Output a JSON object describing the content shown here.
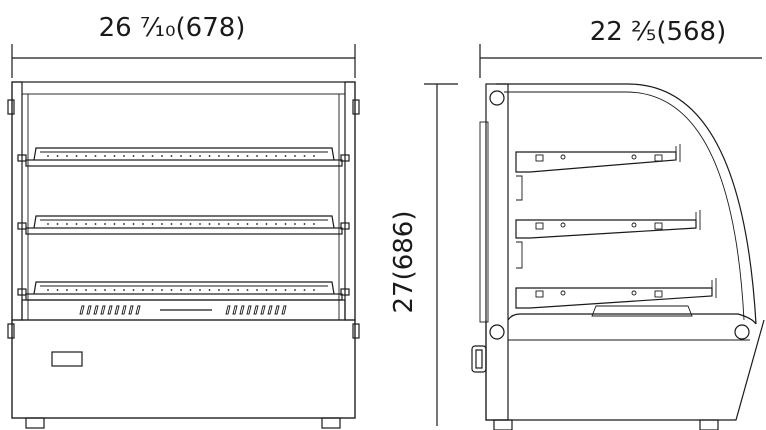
{
  "dimensions": {
    "width_label": "26 ⁷⁄₁₀(678)",
    "depth_label": "22 ⅖(568)",
    "height_label": "27(686)"
  },
  "colors": {
    "line": "#1a1a1a",
    "background": "#ffffff"
  }
}
